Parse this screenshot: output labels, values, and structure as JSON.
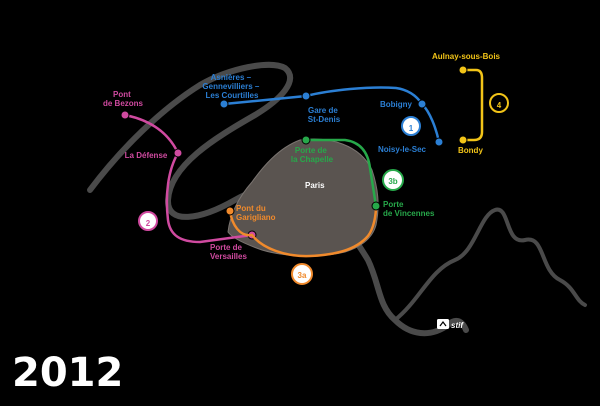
{
  "year": "2012",
  "city_label": "Paris",
  "logo_text": "stif",
  "colors": {
    "background": "#000000",
    "river": "#4a4a4a",
    "paris_fill": "#5a5450",
    "line_1": "#2b7fd4",
    "line_2": "#d04aa0",
    "line_3a": "#f08a2c",
    "line_3b": "#27a84a",
    "line_4": "#f2c418",
    "label_text": "#ffffff"
  },
  "lines": [
    {
      "id": "1",
      "badge": "1",
      "color": "#2b7fd4"
    },
    {
      "id": "2",
      "badge": "2",
      "color": "#d04aa0"
    },
    {
      "id": "3a",
      "badge": "3a",
      "color": "#f08a2c"
    },
    {
      "id": "3b",
      "badge": "3b",
      "color": "#27a84a"
    },
    {
      "id": "4",
      "badge": "4",
      "color": "#f2c418"
    }
  ],
  "stations": {
    "asnieres": [
      "Asnières –",
      "Gennevilliers –",
      "Les Courtilles"
    ],
    "gare_st_denis": [
      "Gare de",
      "St-Denis"
    ],
    "bobigny": [
      "Bobigny"
    ],
    "noisy": [
      "Noisy-le-Sec"
    ],
    "aulnay": [
      "Aulnay-sous-Bois"
    ],
    "bondy": [
      "Bondy"
    ],
    "pont_bezons": [
      "Pont",
      "de Bezons"
    ],
    "la_defense": [
      "La Défense"
    ],
    "pont_garigliano": [
      "Pont du",
      "Garigliano"
    ],
    "porte_versailles": [
      "Porte de",
      "Versailles"
    ],
    "porte_chapelle": [
      "Porte de",
      "la Chapelle"
    ],
    "porte_vincennes": [
      "Porte",
      "de Vincennes"
    ]
  }
}
